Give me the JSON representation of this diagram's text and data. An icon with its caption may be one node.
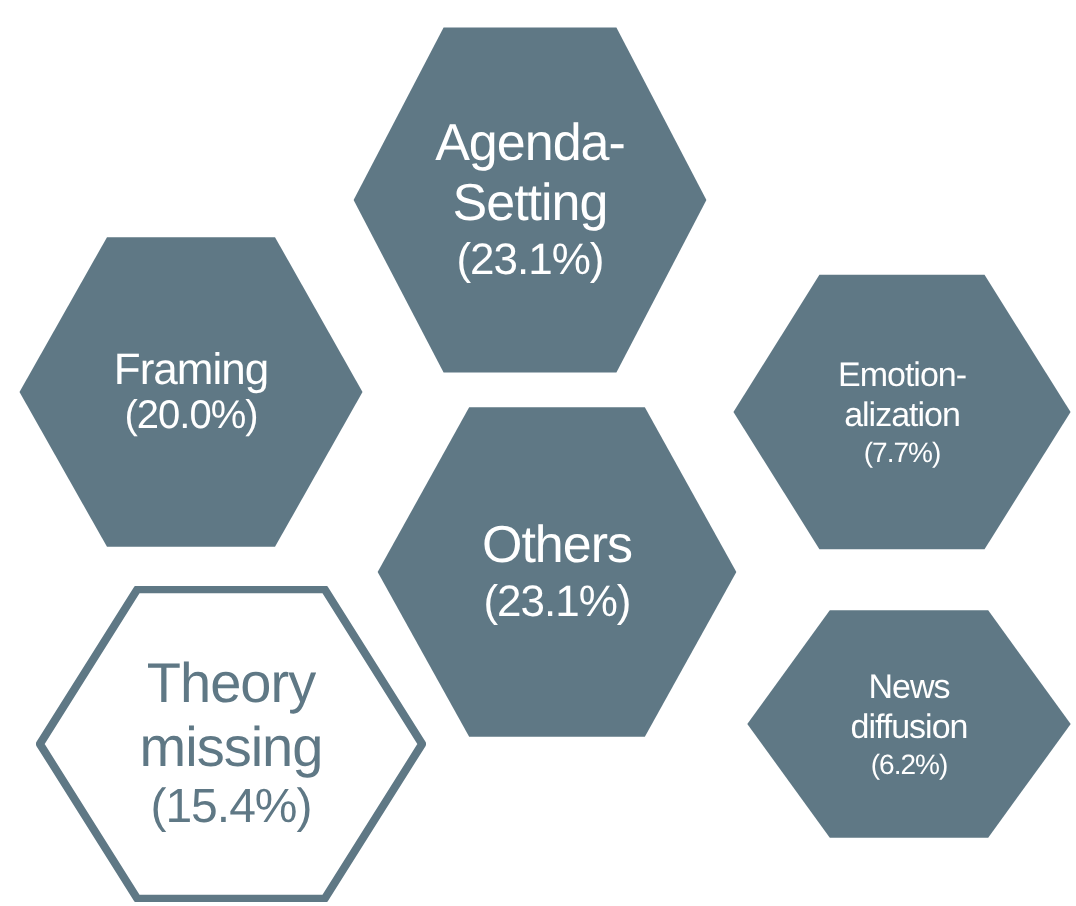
{
  "diagram": {
    "nodes": [
      {
        "text": [
          "Agenda- Setting",
          "(23.1%)"
        ]
      },
      {
        "text": [
          "Framing",
          "(20.0%)"
        ]
      },
      {
        "text": [
          "Emotion- alization",
          "(7.7%)"
        ]
      },
      {
        "text": [
          "Others",
          "(23.1%)"
        ]
      },
      {
        "text": [
          "Theory missing",
          "(15.4%)"
        ]
      },
      {
        "text": [
          "News diffusion",
          "(6.2%)"
        ]
      }
    ]
  }
}
